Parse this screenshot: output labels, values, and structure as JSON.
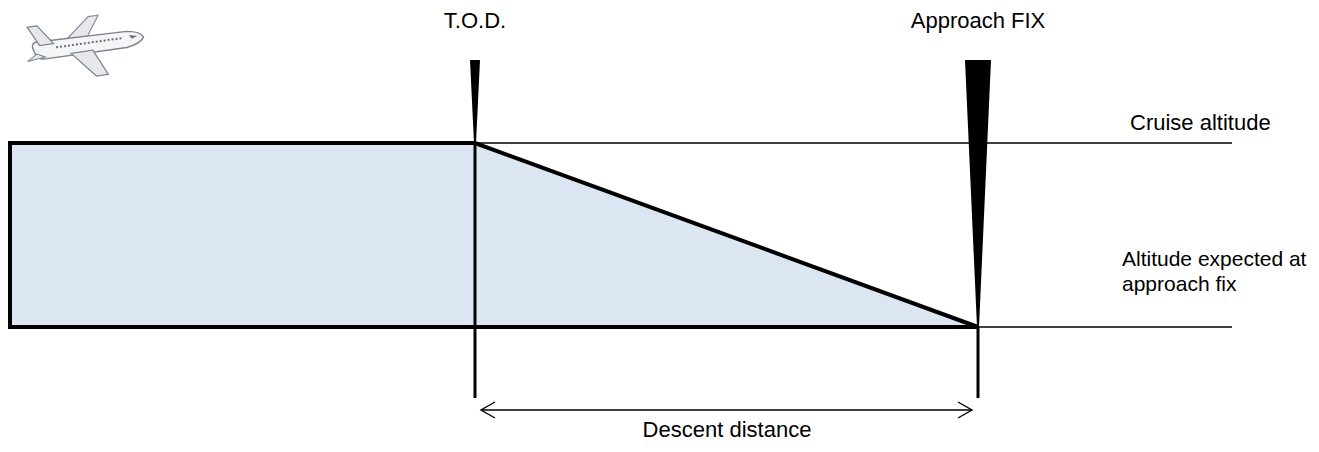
{
  "diagram": {
    "labels": [
      "T.O.D.",
      "Approach FIX",
      "Cruise altitude",
      "Altitude expected at approach fix",
      "Descent distance"
    ]
  }
}
